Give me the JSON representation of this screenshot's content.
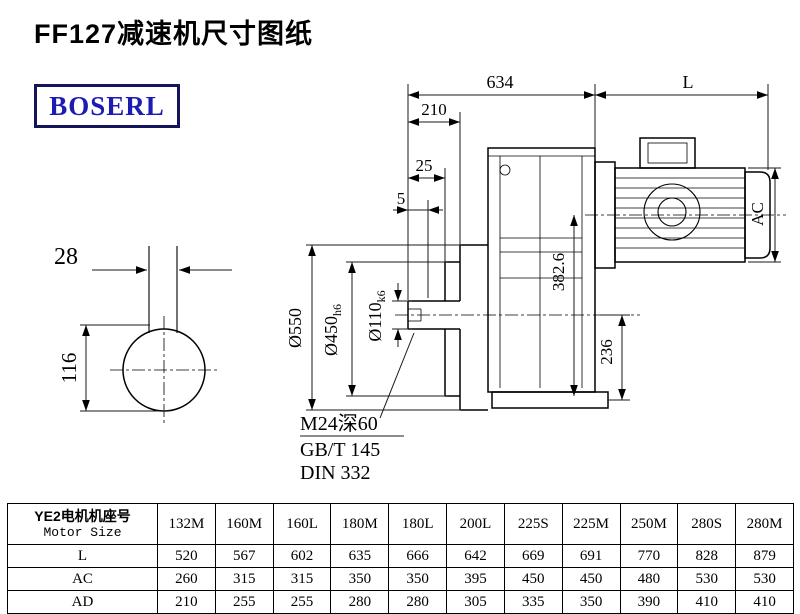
{
  "title": "FF127减速机尺寸图纸",
  "logo": "BOSERL",
  "drawing": {
    "dim_634": "634",
    "dim_L": "L",
    "dim_210": "210",
    "dim_25": "25",
    "dim_5": "5",
    "dim_28": "28",
    "dim_116": "116",
    "dia_550": "Ø550",
    "dia_450": "Ø450",
    "dia_450_tol": "h6",
    "dia_110": "Ø110",
    "dia_110_tol": "k6",
    "dim_382_6": "382.6",
    "dim_236": "236",
    "dim_AC": "AC",
    "note_tap": "M24深60",
    "note_gb": "GB/T 145",
    "note_din": "DIN 332"
  },
  "table": {
    "header_cn": "YE2电机机座号",
    "header_en": "Motor Size",
    "sizes": [
      "132M",
      "160M",
      "160L",
      "180M",
      "180L",
      "200L",
      "225S",
      "225M",
      "250M",
      "280S",
      "280M"
    ],
    "rows": [
      {
        "label": "L",
        "values": [
          "520",
          "567",
          "602",
          "635",
          "666",
          "642",
          "669",
          "691",
          "770",
          "828",
          "879"
        ]
      },
      {
        "label": "AC",
        "values": [
          "260",
          "315",
          "315",
          "350",
          "350",
          "395",
          "450",
          "450",
          "480",
          "530",
          "530"
        ]
      },
      {
        "label": "AD",
        "values": [
          "210",
          "255",
          "255",
          "280",
          "280",
          "305",
          "335",
          "350",
          "390",
          "410",
          "410"
        ]
      }
    ]
  }
}
